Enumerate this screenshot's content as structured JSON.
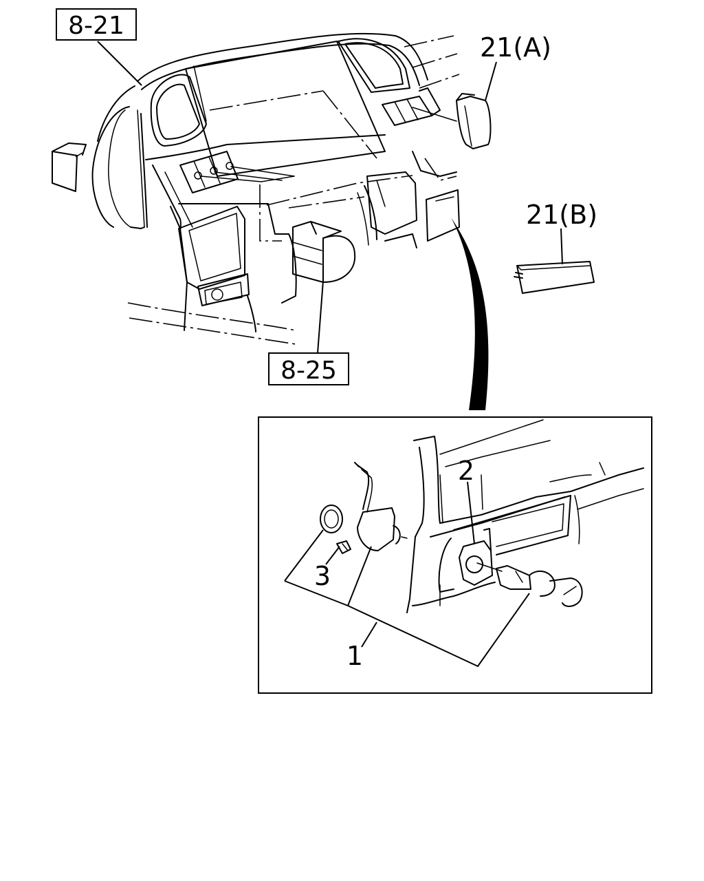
{
  "diagram": {
    "refs": {
      "ref_8_21": "8-21",
      "ref_8_25": "8-25"
    },
    "callouts": {
      "c21a": "21(A)",
      "c21b": "21(B)",
      "c1": "1",
      "c2": "2",
      "c3": "3"
    }
  }
}
